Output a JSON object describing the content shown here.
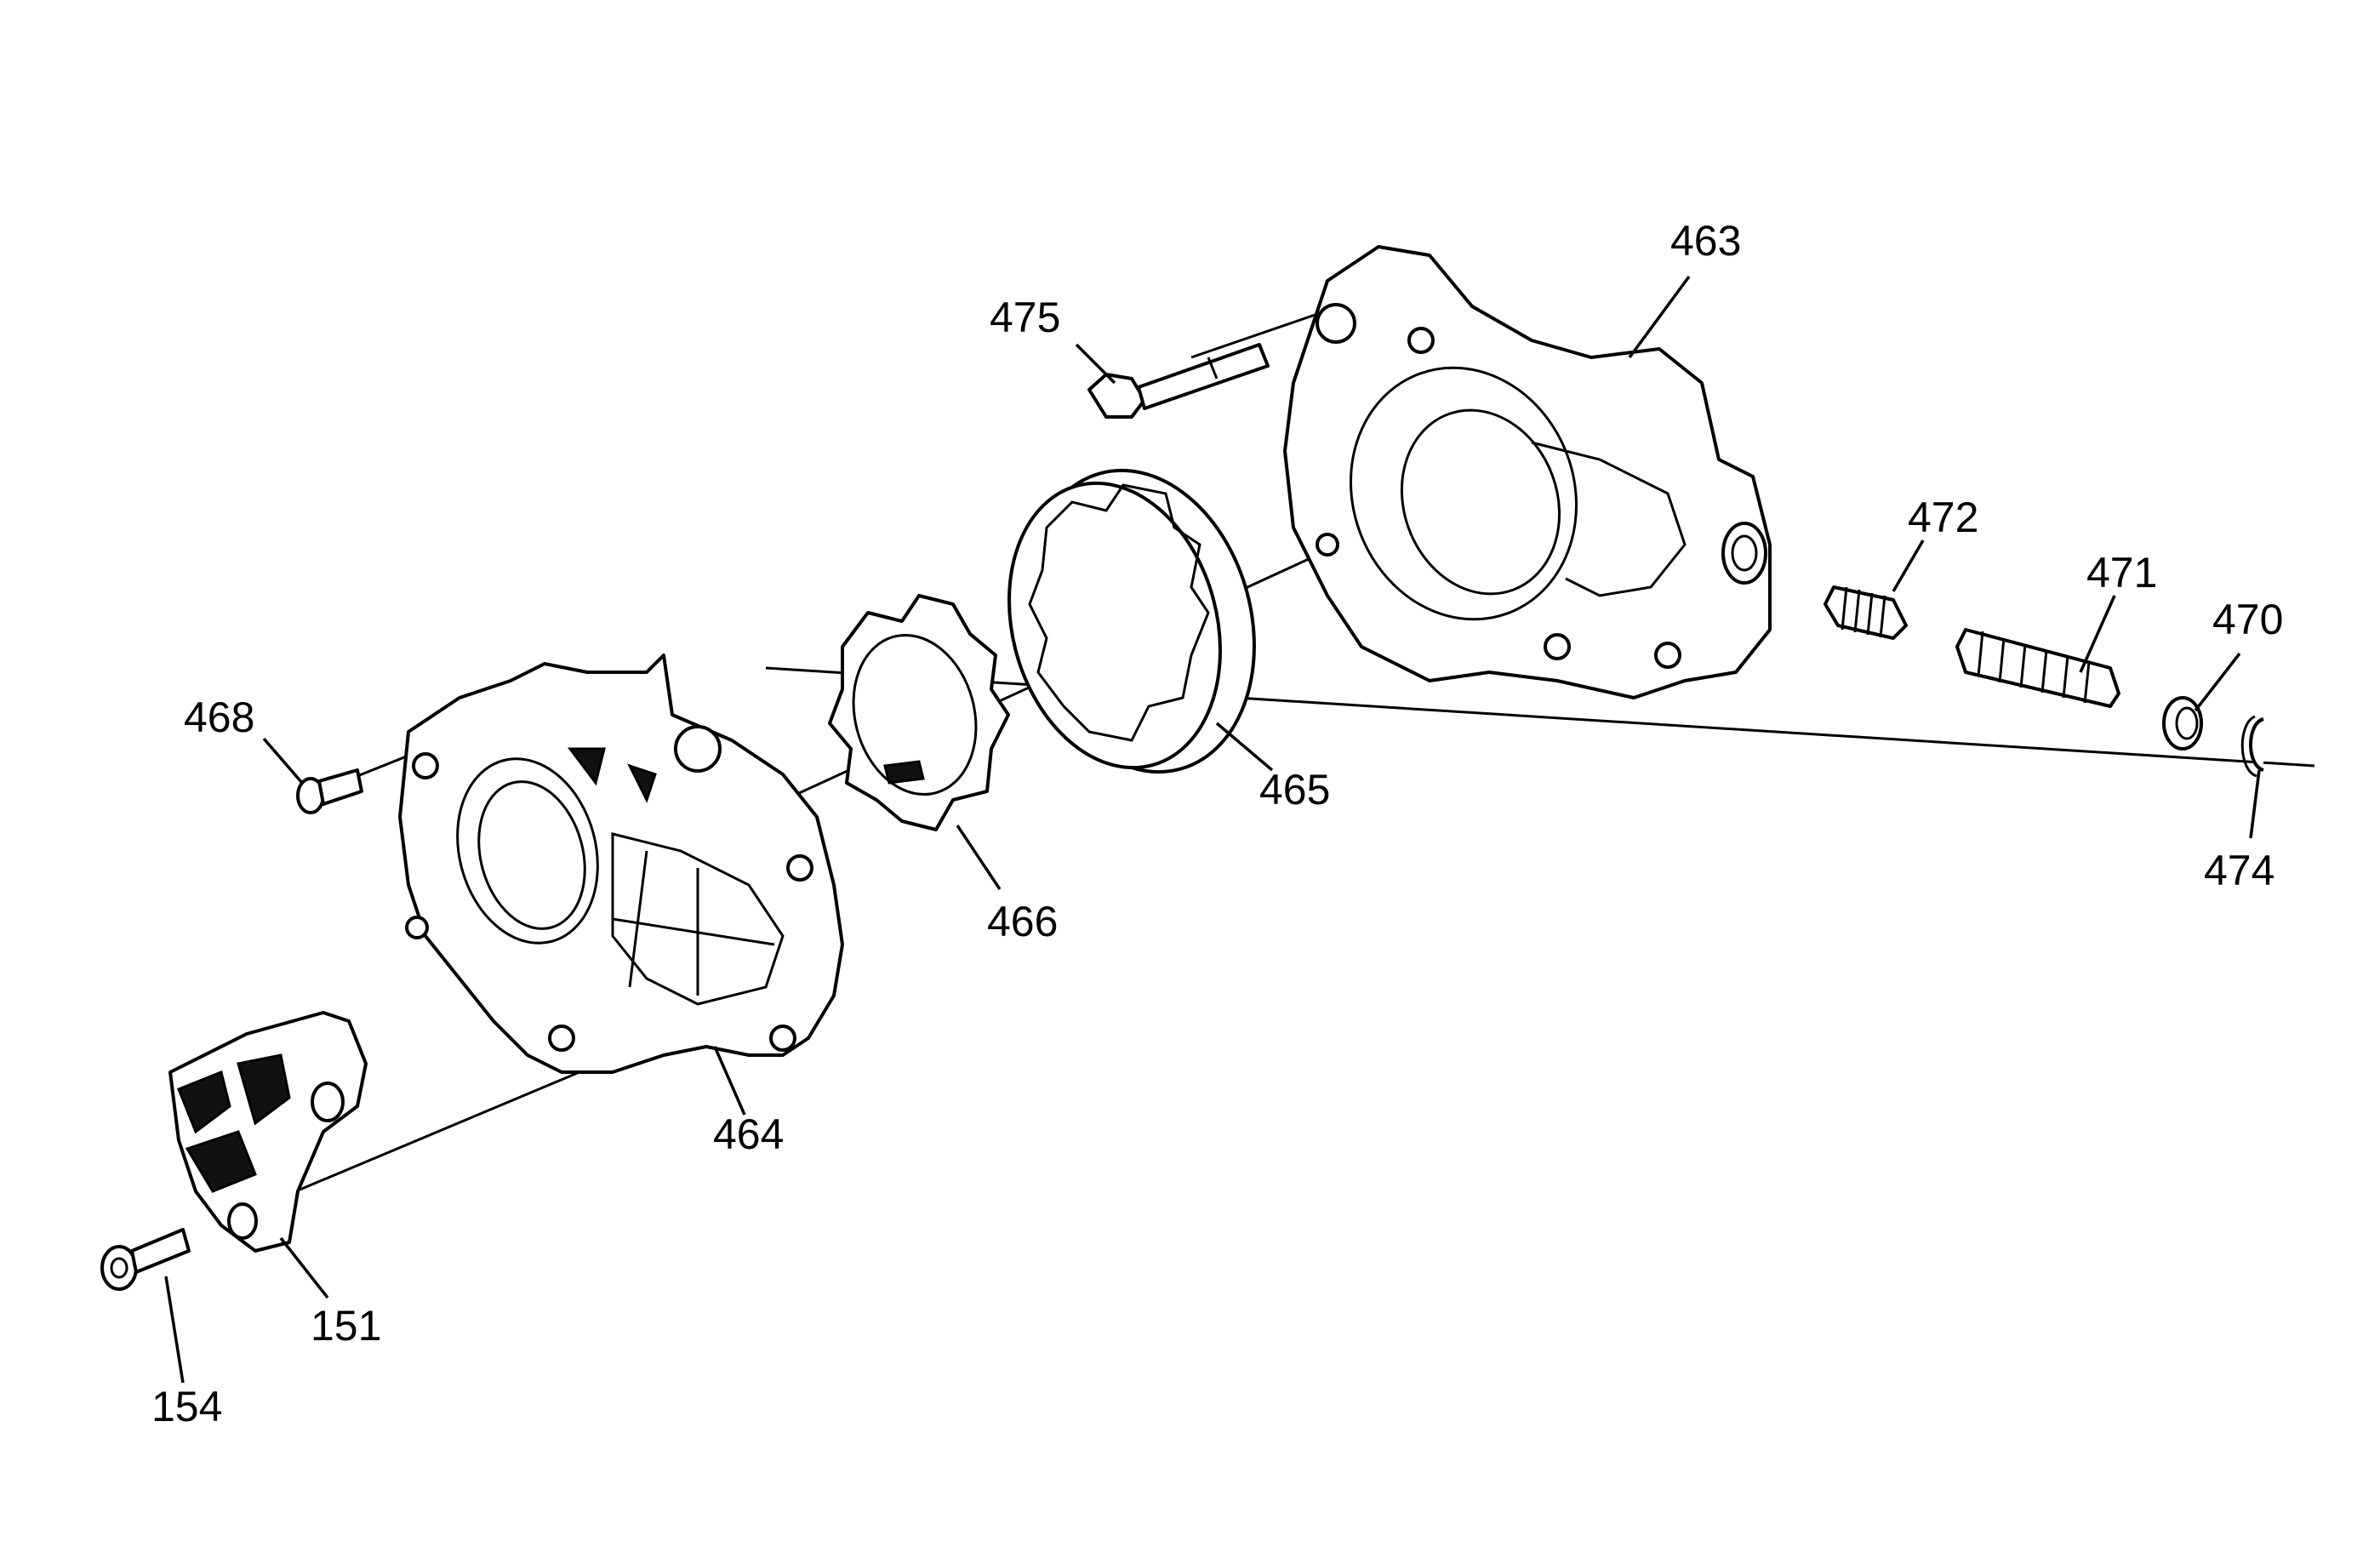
{
  "callouts": {
    "c463": "463",
    "c475": "475",
    "c472": "472",
    "c471": "471",
    "c470": "470",
    "c474": "474",
    "c465": "465",
    "c466": "466",
    "c468": "468",
    "c464": "464",
    "c151": "151",
    "c154": "154"
  },
  "colors": {
    "line": "#000000",
    "background": "#ffffff"
  }
}
